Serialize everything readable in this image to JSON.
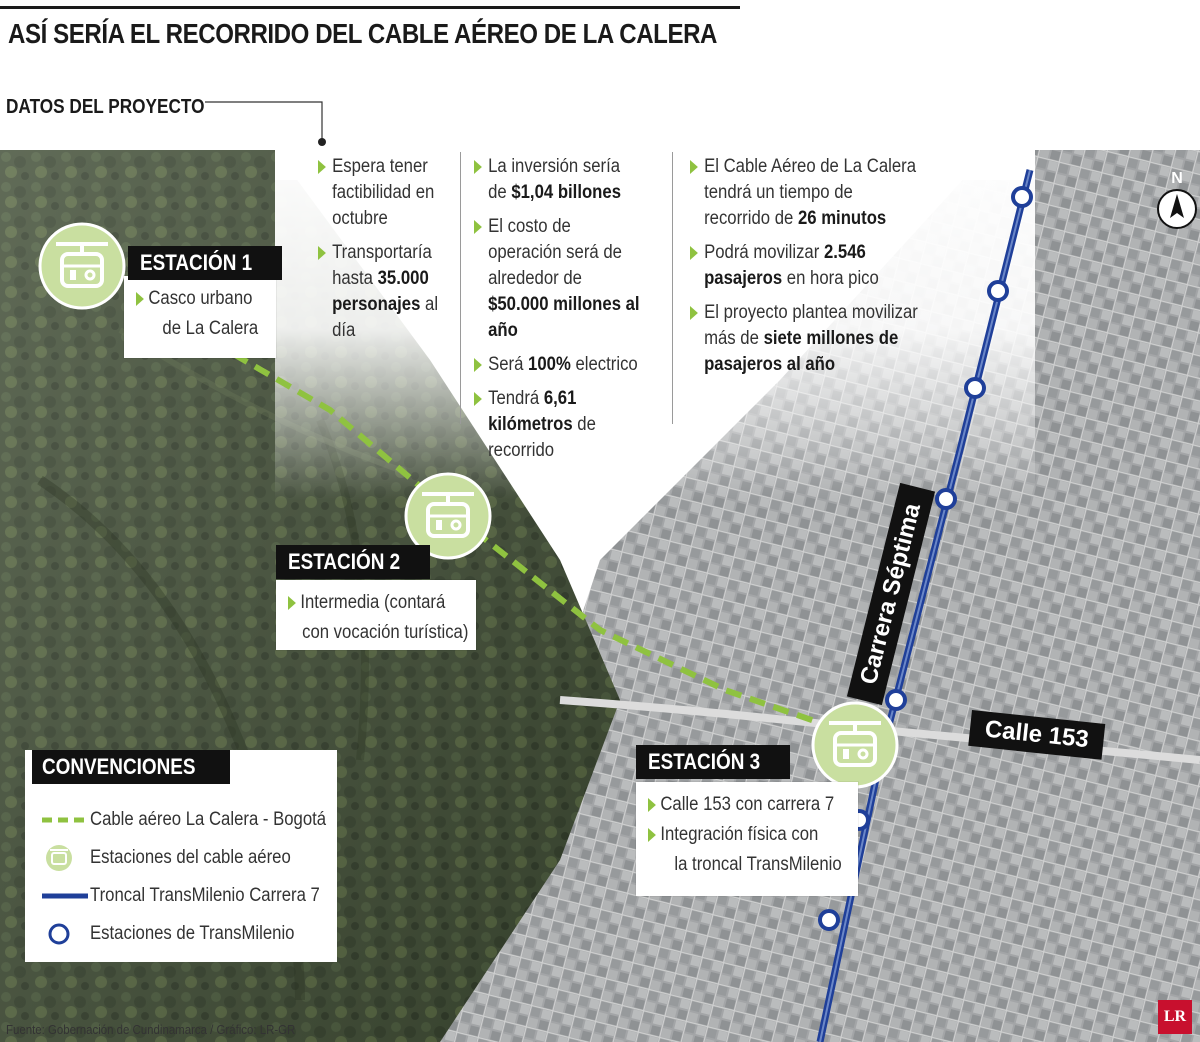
{
  "title": "ASÍ SERÍA EL RECORRIDO DEL CABLE AÉREO DE LA CALERA",
  "datos": {
    "title": "DATOS DEL PROYECTO",
    "col1": [
      {
        "text": "Espera tener factibilidad en octubre"
      },
      {
        "pre": "Transportaría hasta ",
        "bold": "35.000 personajes",
        "post": " al día"
      }
    ],
    "col2": [
      {
        "pre": "La inversión sería de ",
        "bold": "$1,04 billones",
        "post": ""
      },
      {
        "pre": "El costo de operación será de alrededor de ",
        "bold": "$50.000 millones al año",
        "post": ""
      },
      {
        "pre": "Será ",
        "bold": "100%",
        "post": " electrico"
      },
      {
        "pre": "Tendrá ",
        "bold": "6,61 kilómetros",
        "post": " de recorrido"
      }
    ],
    "col3": [
      {
        "pre": "El Cable Aéreo de La Calera tendrá un tiempo de recorrido de ",
        "bold": "26 minutos",
        "post": ""
      },
      {
        "pre": "Podrá movilizar ",
        "bold": "2.546 pasajeros",
        "post": " en hora pico"
      },
      {
        "pre": "El proyecto plantea movilizar más de ",
        "bold": "siete millones de pasajeros al año",
        "post": ""
      }
    ]
  },
  "stations": [
    {
      "label": "ESTACIÓN 1",
      "lines": [
        "Casco urbano",
        "de La Calera"
      ]
    },
    {
      "label": "ESTACIÓN 2",
      "lines": [
        "Intermedia (contará",
        "con vocación turística)"
      ]
    },
    {
      "label": "ESTACIÓN 3",
      "lines": [
        "Calle 153 con carrera 7",
        "Integración física con",
        "la troncal TransMilenio"
      ]
    }
  ],
  "roads": {
    "carrera": "Carrera Séptima",
    "calle": "Calle 153"
  },
  "north_label": "N",
  "legend": {
    "title": "CONVENCIONES",
    "items": [
      {
        "symbol": "green-dashed-line",
        "label": "Cable aéreo La Calera - Bogotá"
      },
      {
        "symbol": "cable-station-icon",
        "label": "Estaciones del cable aéreo"
      },
      {
        "symbol": "blue-line",
        "label": "Troncal TransMilenio Carrera 7"
      },
      {
        "symbol": "blue-circle",
        "label": "Estaciones de  TransMilenio"
      }
    ]
  },
  "colors": {
    "cable_green": "#8fc240",
    "station_fill": "#c9dfa0",
    "transmilenio_blue": "#1f3f99",
    "forest": "#3c4a32",
    "city": "#9c9ea0",
    "tag_black": "#111111",
    "logo_red": "#c8102e"
  },
  "footer": "Fuente: Gobernación de Cundinamarca / Gráfico: LR-GR",
  "logo": "LR"
}
